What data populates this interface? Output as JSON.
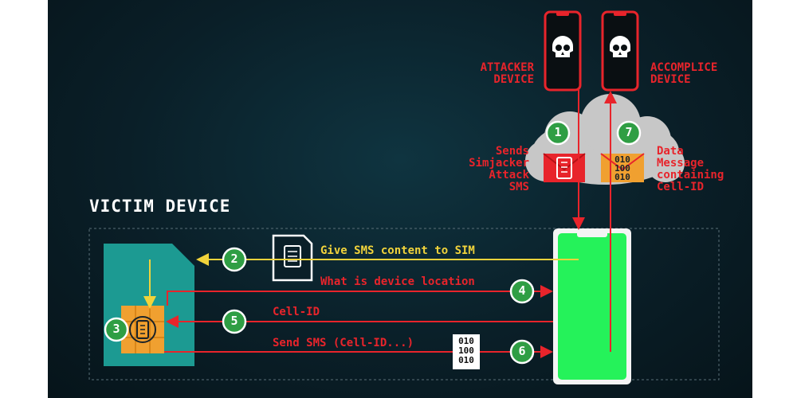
{
  "title": "VICTIM DEVICE",
  "attacker_device": "ATTACKER\nDEVICE",
  "accomplice_device": "ACCOMPLICE\nDEVICE",
  "step1_text": "Sends\nSimjacker\nAttack\nSMS",
  "step7_text": "Data\nMessage\ncontaining\nCell-ID",
  "arrows": {
    "step2": "Give SMS content to SIM",
    "step4": "What is device location",
    "step5": "Cell-ID",
    "step6": "Send SMS (Cell-ID...)"
  },
  "binary": [
    "010",
    "100",
    "010"
  ],
  "steps": [
    "1",
    "2",
    "3",
    "4",
    "5",
    "6",
    "7"
  ],
  "colors": {
    "red": "#e8242b",
    "yellow": "#f1d33b",
    "green_badge": "#2f9e44",
    "phone_screen": "#25f25a",
    "sim_teal": "#1c9a92",
    "chip_orange": "#f0a030",
    "cloud": "#c7c7c7"
  }
}
